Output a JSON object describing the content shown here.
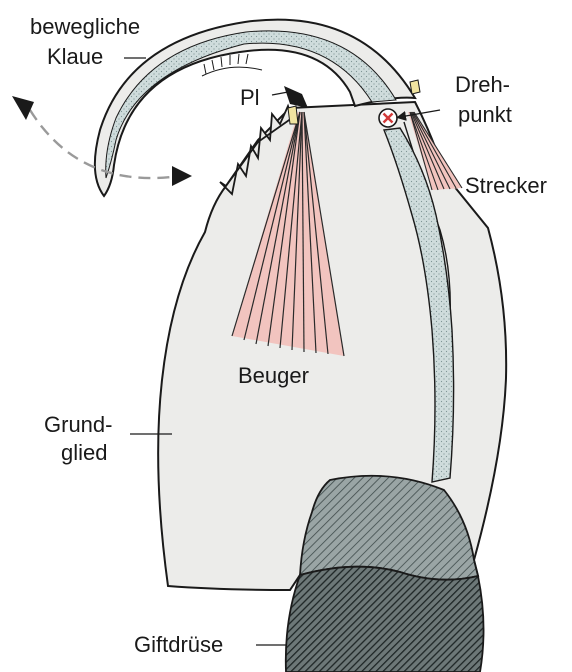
{
  "labels": {
    "claw_line1": "bewegliche",
    "claw_line2": "Klaue",
    "pl": "Pl",
    "pivot_line1": "Dreh-",
    "pivot_line2": "punkt",
    "extensor": "Strecker",
    "flexor": "Beuger",
    "base_line1": "Grund-",
    "base_line2": "glied",
    "venom_gland": "Giftdrüse"
  },
  "colors": {
    "body_fill": "#ececea",
    "outline": "#1a1a1a",
    "duct_fill": "#cfdcdc",
    "muscle_fill": "#f2c4bf",
    "gland_gray": "#8a9696",
    "gland_dark": "#2e3838",
    "pivot_marker": "#d23a3a",
    "arrow_dash": "#9a9a9a"
  },
  "icons": {
    "pivot": "circled-x-icon",
    "motion": "curved-dashed-double-arrow-icon"
  }
}
